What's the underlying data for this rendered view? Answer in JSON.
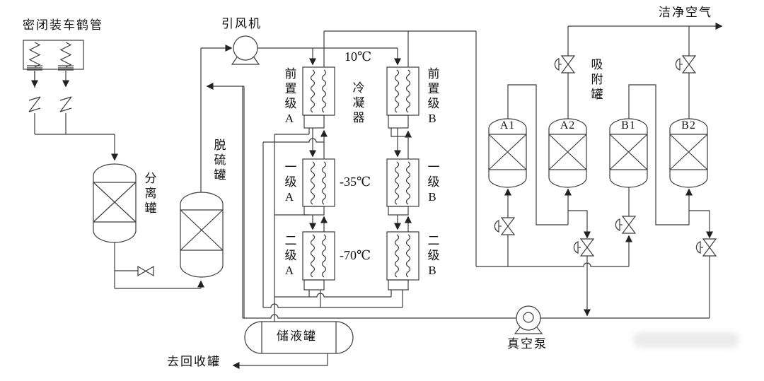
{
  "diagram": {
    "labels": {
      "loading_arm": "密闭装车鹤管",
      "fan": "引风机",
      "condenser": "冷凝器",
      "temp_pre": "10℃",
      "temp_stage1": "-35℃",
      "temp_stage2": "-70℃",
      "pre_stage_a": "前置级A",
      "pre_stage_b": "前置级B",
      "stage1_a": "一级A",
      "stage1_b": "一级B",
      "stage2_a": "二级A",
      "stage2_b": "二级B",
      "separator_tank": "分离罐",
      "desulfurizer_tank": "脱硫罐",
      "storage_tank": "储液罐",
      "to_recovery_tank": "去回收罐",
      "adsorber_group": "吸附罐",
      "clean_air": "洁净空气",
      "vacuum_pump": "真空泵",
      "adsorber_a1": "A1",
      "adsorber_a2": "A2",
      "adsorber_b1": "B1",
      "adsorber_b2": "B2"
    },
    "colors": {
      "line": "#3c3c3c",
      "text": "#111111",
      "background": "#ffffff"
    }
  }
}
